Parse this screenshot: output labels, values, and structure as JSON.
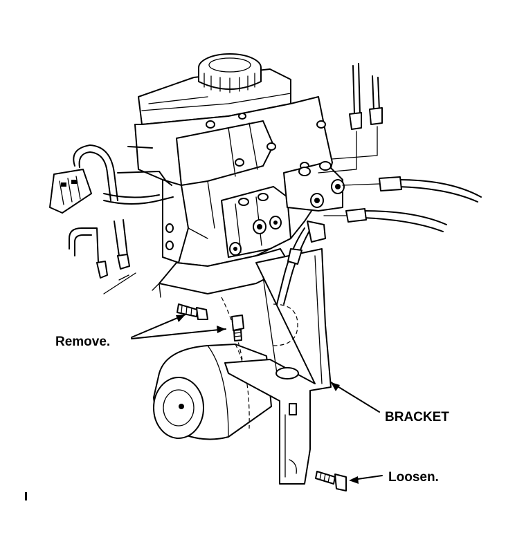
{
  "labels": {
    "remove": "Remove.",
    "bracket": "BRACKET",
    "loosen": "Loosen."
  }
}
